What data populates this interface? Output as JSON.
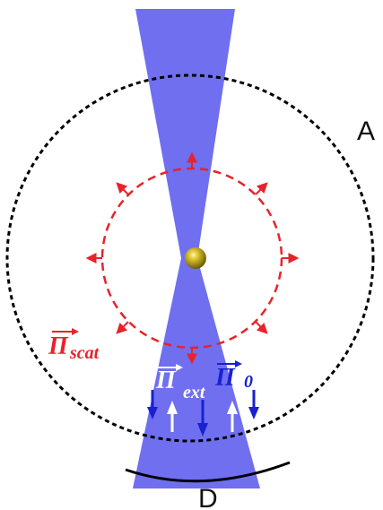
{
  "labels": {
    "outer_circle": "A",
    "detector": "D",
    "scattered_flux_symbol": "Π",
    "scattered_flux_subscript": "scat",
    "extinction_flux_symbol": "Π",
    "extinction_flux_subscript": "ext",
    "incident_flux_symbol": "Π",
    "incident_flux_subscript": "0"
  },
  "colors": {
    "beam": "#6f6ff0",
    "particle": "#c8b21e",
    "scattered": "#e6232b",
    "incident": "#1a21d0",
    "extinction": "#ffffff",
    "outline": "#000000"
  },
  "arrows": {
    "scattered_count": 8,
    "incident_count": 3,
    "extinction_count": 2
  }
}
